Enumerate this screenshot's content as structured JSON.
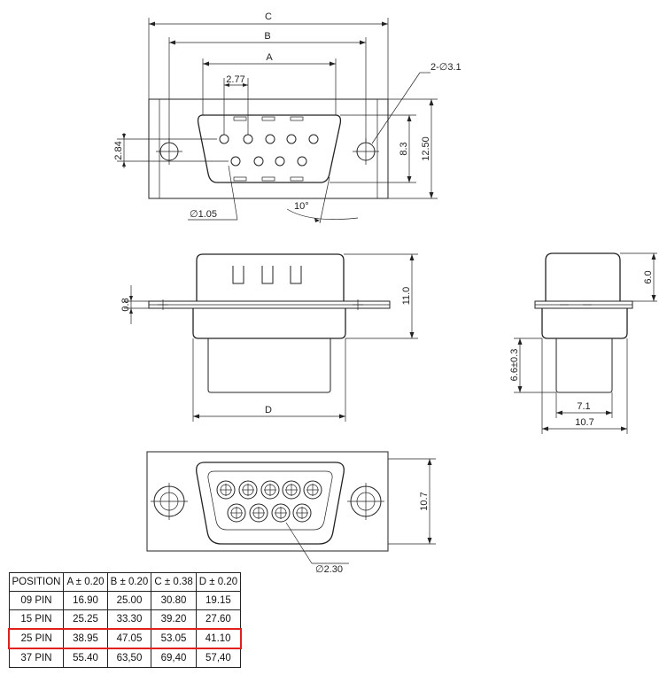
{
  "dimensions": {
    "C": "C",
    "B": "B",
    "A": "A",
    "pin_pitch": "2.77",
    "mount_holes": "2-∅3.1",
    "row_pitch": "2.84",
    "inner_height": "8.3",
    "flange_height": "12.50",
    "pin_dia": "∅1.05",
    "draft_angle": "10°",
    "flange_thk": "0.8",
    "body_height": "11.0",
    "D": "D",
    "shell_height": "6.0",
    "tail_length": "6.6±0.3",
    "tail_width": "7.1",
    "overall_depth": "10.7",
    "rear_height": "10.7",
    "socket_dia": "∅2.30"
  },
  "table": {
    "headers": [
      "POSITION",
      "A ± 0.20",
      "B ± 0.20",
      "C ± 0.38",
      "D ± 0.20"
    ],
    "rows": [
      [
        "09 PIN",
        "16.90",
        "25.00",
        "30.80",
        "19.15"
      ],
      [
        "15 PIN",
        "25.25",
        "33.30",
        "39.20",
        "27.60"
      ],
      [
        "25 PIN",
        "38.95",
        "47.05",
        "53.05",
        "41.10"
      ],
      [
        "37 PIN",
        "55.40",
        "63,50",
        "69,40",
        "57,40"
      ]
    ],
    "highlighted_row": "25 PIN",
    "highlight_color": "#e0201c"
  }
}
